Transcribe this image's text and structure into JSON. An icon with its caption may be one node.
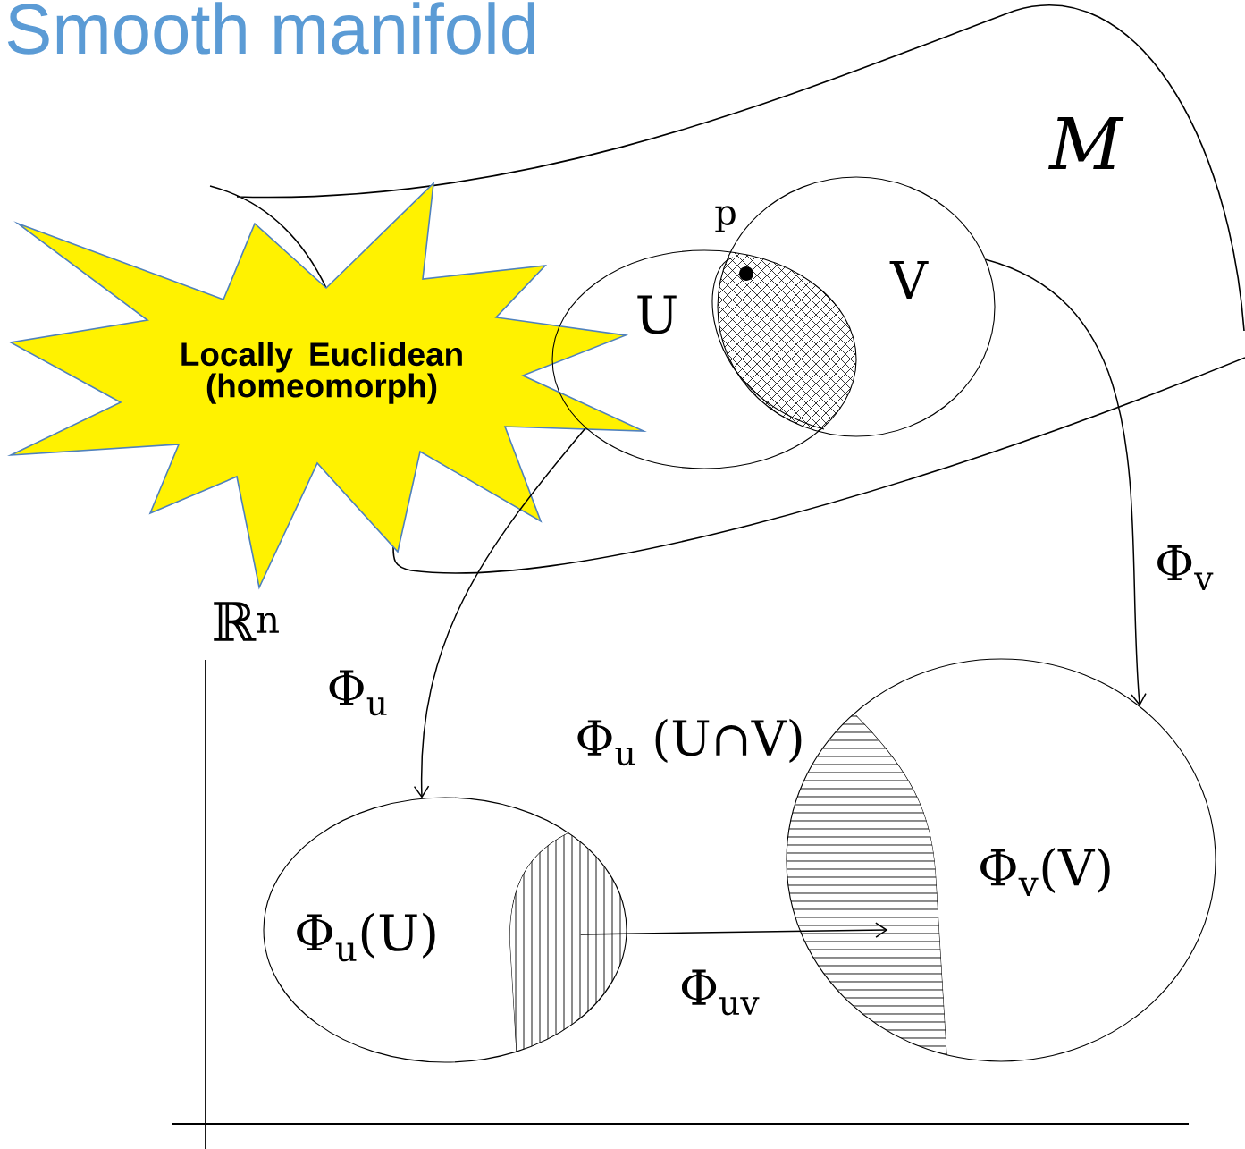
{
  "diagram": {
    "title": "Smooth manifold",
    "nodes": [
      {
        "text": [
          "Locally Euclidean (homeomorph)"
        ]
      },
      {
        "text": [
          "U"
        ]
      },
      {
        "text": [
          "V"
        ]
      },
      {
        "text": [],
        "shape": "region"
      },
      {
        "text": [
          "Φ$_{u}$(U)"
        ]
      },
      {
        "text": [
          "Φ$_{v}$(V)"
        ]
      },
      {
        "text": [],
        "shape": "region",
        "in": 4
      },
      {
        "text": [],
        "shape": "region",
        "in": 5,
        "beside": [
          "Φ$_{u}$ (U∩V)"
        ]
      }
    ],
    "edges": [
      {
        "from": 1,
        "to": 4,
        "arrow": "to",
        "label": "Φ$_{u}$"
      },
      {
        "from": 2,
        "to": 5,
        "arrow": "to",
        "label": "Φ$_{v}$"
      },
      {
        "from": 6,
        "to": 7,
        "arrow": "to",
        "label": "Φ$_{uv}$"
      }
    ],
    "labels": [
      "M",
      "p",
      "ℝ$^{n}$"
    ]
  }
}
